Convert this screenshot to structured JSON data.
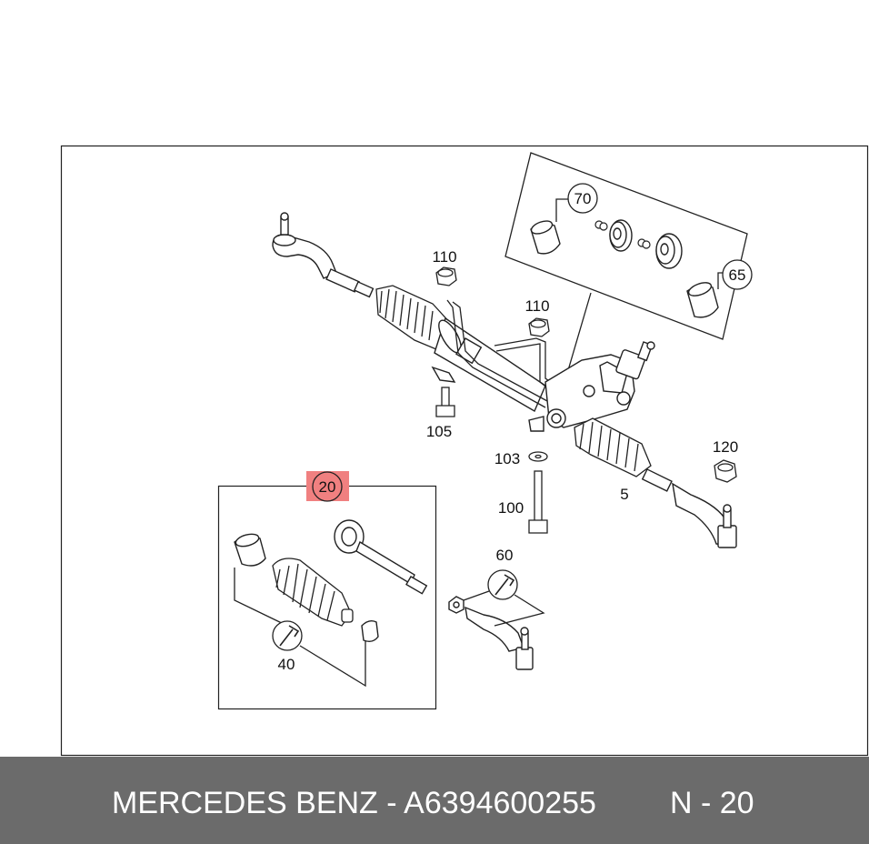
{
  "callouts": {
    "c70": "70",
    "c65": "65",
    "c110a": "110",
    "c110b": "110",
    "c105": "105",
    "c103": "103",
    "c100": "100",
    "c120": "120",
    "c5": "5",
    "c20": "20",
    "c60": "60",
    "c40": "40"
  },
  "highlight_color": "#f08080",
  "footer": {
    "brand_part": "MERCEDES BENZ - A6394600255",
    "page_ref": "N - 20"
  }
}
